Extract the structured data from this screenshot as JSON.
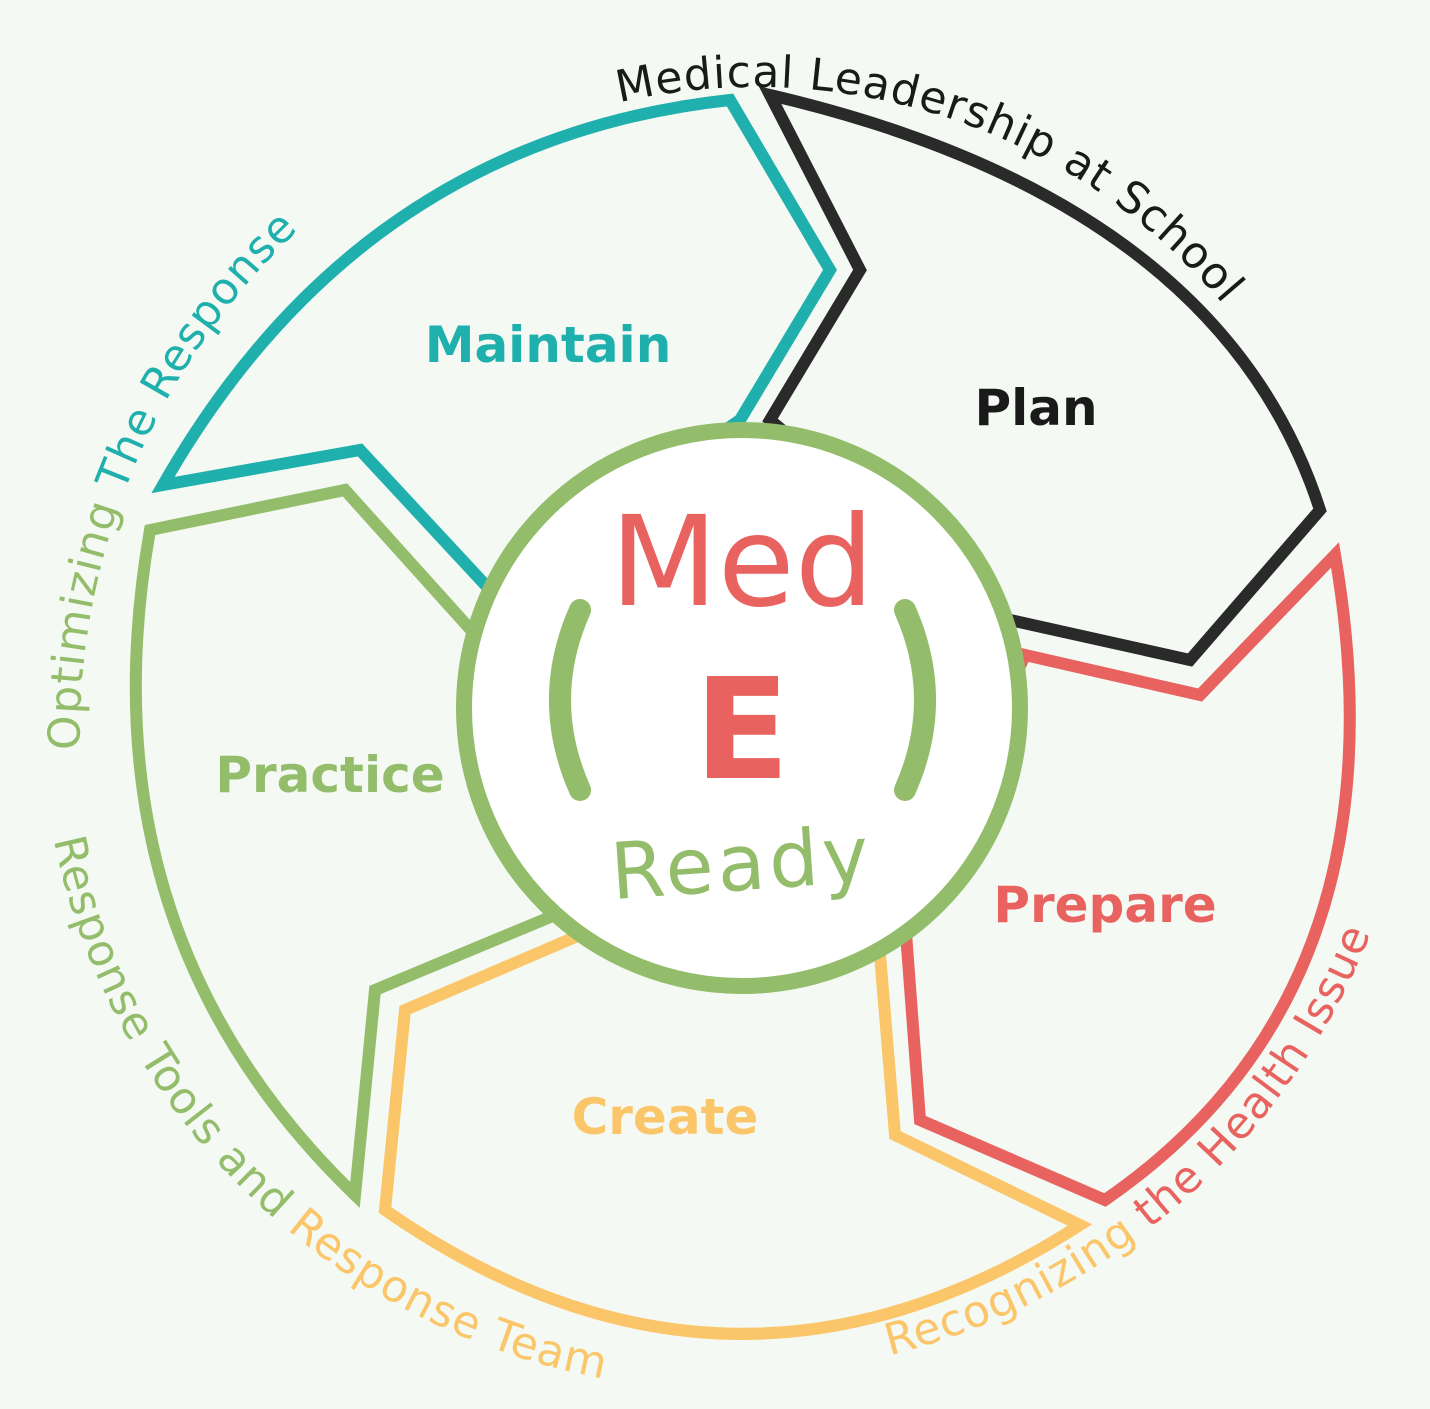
{
  "colors": {
    "background": "#f4f9f3",
    "teal": "#1fb0ad",
    "black": "#2a2a2a",
    "red": "#e8635f",
    "yellow": "#fbc66a",
    "green": "#93bd6a"
  },
  "segments": {
    "maintain": {
      "label": "Maintain",
      "color": "#1fb0ad"
    },
    "plan": {
      "label": "Plan",
      "color": "#1a1a1a"
    },
    "prepare": {
      "label": "Prepare",
      "color": "#e8635f"
    },
    "create": {
      "label": "Create",
      "color": "#fbc66a"
    },
    "practice": {
      "label": "Practice",
      "color": "#93bd6a"
    }
  },
  "outer_text": {
    "medical_leadership": "Medical Leadership at School",
    "recognizing": "Recognizing",
    "the_health_issue": "the Health Issue",
    "response_tools_and": "Response Tools and",
    "response_team": "Response Team",
    "optimizing": "Optimizing",
    "the_response": "The Response"
  },
  "logo": {
    "med": "Med",
    "e": "E",
    "ready": "Ready"
  }
}
